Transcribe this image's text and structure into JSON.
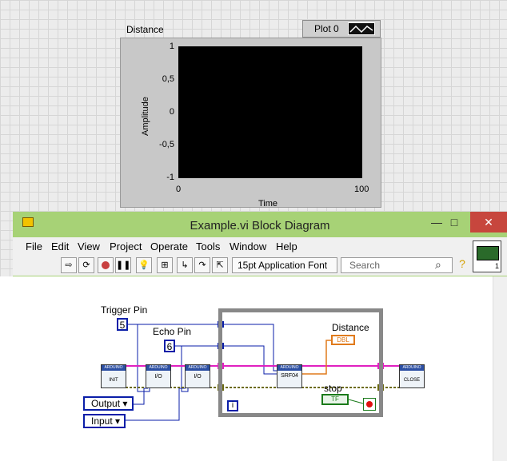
{
  "front_panel": {
    "chart_label": "Distance",
    "legend": {
      "plot_name": "Plot 0"
    },
    "y_axis": {
      "label": "Amplitude",
      "ticks": [
        "1",
        "0,5",
        "0",
        "-0,5",
        "-1"
      ]
    },
    "x_axis": {
      "label": "Time",
      "ticks": [
        "0",
        "100"
      ]
    }
  },
  "block_diagram": {
    "title": "Example.vi Block Diagram",
    "window_controls": {
      "minimize": "—",
      "maximize": "□",
      "close": "✕"
    },
    "menu": [
      "File",
      "Edit",
      "View",
      "Project",
      "Operate",
      "Tools",
      "Window",
      "Help"
    ],
    "toolbar": {
      "font": "15pt Application Font",
      "search_placeholder": "Search",
      "icons": [
        "run-icon",
        "run-continuously-icon",
        "abort-icon",
        "pause-icon",
        "highlight-execution-icon",
        "retain-wire-values-icon",
        "step-into-icon",
        "step-over-icon",
        "step-out-icon"
      ]
    },
    "labels": {
      "trigger_pin": "Trigger Pin",
      "echo_pin": "Echo Pin",
      "distance": "Distance",
      "stop": "stop"
    },
    "constants": {
      "trigger_value": "5",
      "echo_value": "6"
    },
    "enums": {
      "output": "Output",
      "input": "Input"
    },
    "subvis": {
      "init": "INIT",
      "io1": "I/O",
      "io2": "I/O",
      "srf": "SRF04",
      "close": "CLOSE",
      "header": "ARDUINO"
    },
    "indicators": {
      "dbl": "DBL",
      "tf": "TF",
      "iteration": "i"
    },
    "colors": {
      "wire_blue": "#0a1ea8",
      "wire_pink": "#e020c0",
      "wire_olive": "#6b6a12",
      "wire_orange": "#e07a1b",
      "wire_green": "#1a7a1a",
      "title_green": "#a7d276"
    }
  }
}
